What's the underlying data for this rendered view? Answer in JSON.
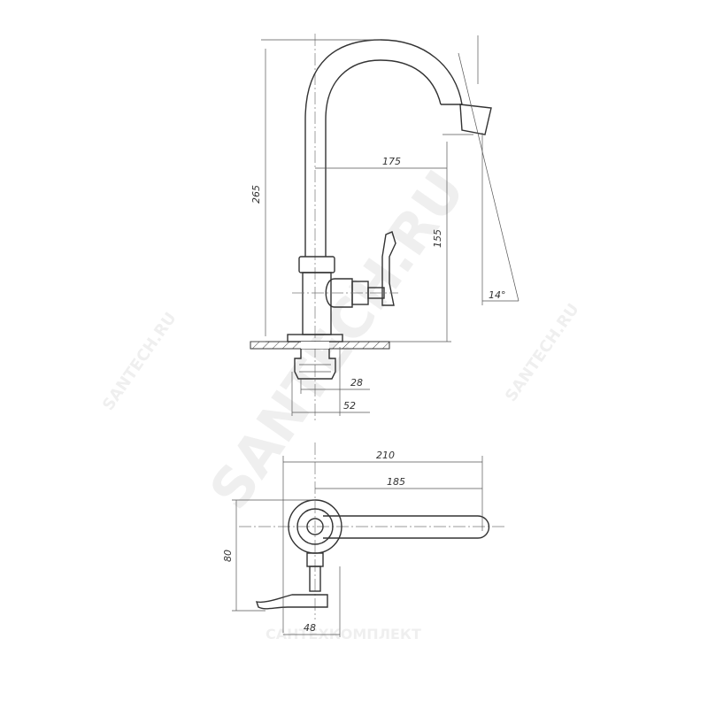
{
  "drawing": {
    "dimensions": {
      "total_height": "265",
      "spout_height": "155",
      "spout_reach": "175",
      "spout_angle": "14°",
      "thread_diameter": "28",
      "base_diameter": "52",
      "overall_length": "210",
      "spout_length": "185",
      "plan_width": "80",
      "plan_base": "48"
    },
    "watermark": {
      "main": "SANTECH.RU",
      "small": "SANTECH.RU",
      "brand": "САНТЕХКОМПЛЕКТ"
    }
  }
}
